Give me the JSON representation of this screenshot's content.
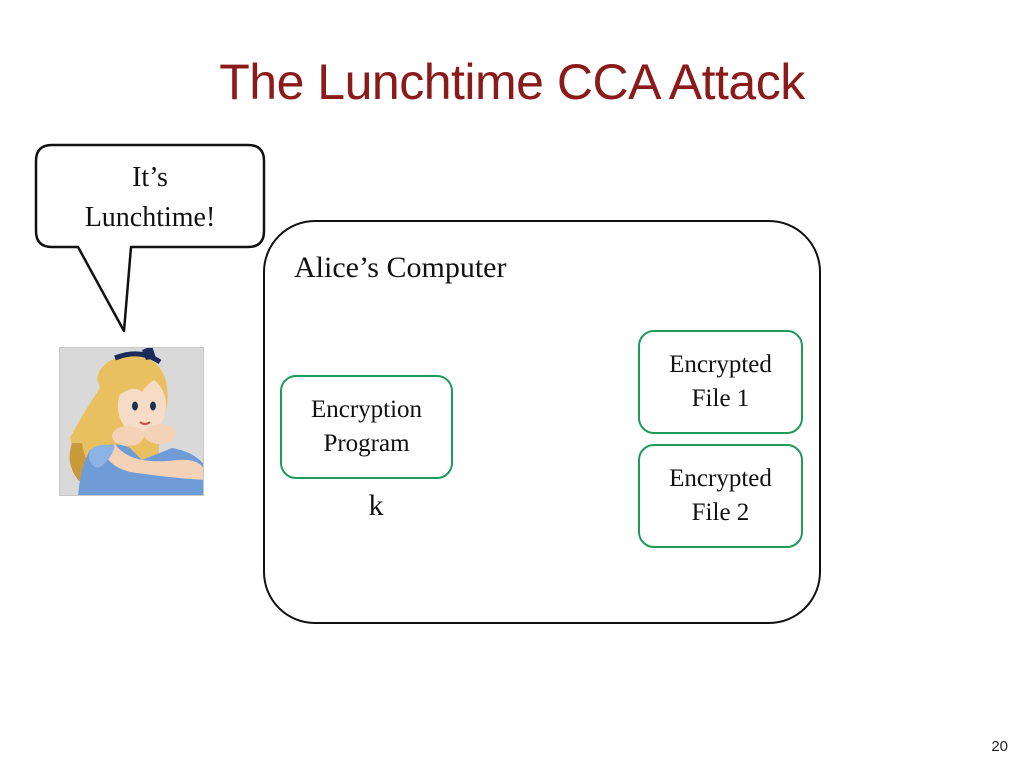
{
  "slide": {
    "title": "The Lunchtime CCA Attack",
    "page_number": "20"
  },
  "speech_bubble": {
    "line1": "It’s",
    "line2": "Lunchtime!"
  },
  "computer": {
    "label": "Alice’s Computer",
    "encryption_program": {
      "line1": "Encryption",
      "line2": "Program"
    },
    "key_label": "k",
    "files": [
      {
        "line1": "Encrypted",
        "line2": "File 1"
      },
      {
        "line1": "Encrypted",
        "line2": "File 2"
      }
    ]
  },
  "colors": {
    "title": "#8b1a1a",
    "box_border": "#1e9a5a",
    "outline": "#111111"
  },
  "icons": {
    "alice": "alice-illustration"
  }
}
